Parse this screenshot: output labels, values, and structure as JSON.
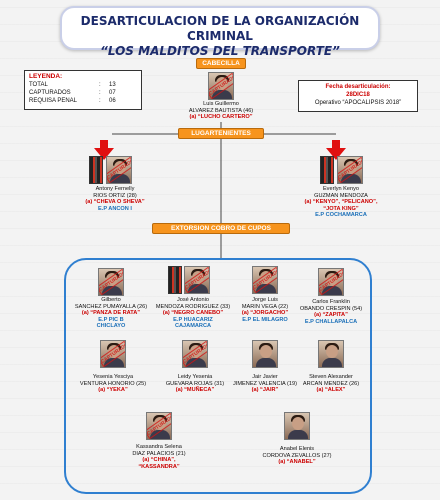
{
  "title": {
    "line1": "DESARTICULACION DE LA ORGANIZACIÓN CRIMINAL",
    "line2": "“LOS MALDITOS DEL TRANSPORTE”"
  },
  "legend": {
    "heading": "LEYENDA:",
    "rows": [
      {
        "label": "TOTAL",
        "value": "13"
      },
      {
        "label": "CAPTURADOS",
        "value": "07"
      },
      {
        "label": "REQUISA PENAL",
        "value": "06"
      }
    ]
  },
  "operation": {
    "heading": "Fecha desarticulación:",
    "date": "28DIC18",
    "name": "Operativo “APOCALIPSIS 2018”"
  },
  "sections": {
    "cabecilla": "CABECILLA",
    "lugartenientes": "LUGARTENIENTES",
    "extorsion": "EXTORSION COBRO DE CUPOS"
  },
  "stamp_text": "CAPTURADO",
  "leader": {
    "name1": "Luis Guillermo",
    "name2": "ALVAREZ BAUTISTA (46)",
    "alias": "(a) “LUCHO CARTERO”"
  },
  "lieutenants": [
    {
      "name1": "Antony Fernelly",
      "name2": "RIOS ORTIZ (28)",
      "alias": "(a) “CHEVA O SHEVA”",
      "alias2": "",
      "ep": "E.P ANCON I"
    },
    {
      "name1": "Everlyn Kenyo",
      "name2": "GUZMAN MENDOZA",
      "alias": "(a) “KENYO”, “PELICANO”,",
      "alias2": "“JOTA KING”",
      "ep": "E.P COCHAMARCA"
    }
  ],
  "members": [
    {
      "name1": "Gilberto",
      "name2": "SANCHEZ PUMAYALLA (26)",
      "alias": "(a) “PANZA DE RATA”",
      "ep": "E.P PIC B",
      "ep2": "CHICLAYO"
    },
    {
      "name1": "José Antonio",
      "name2": "MENDOZA RODRIGUEZ (33)",
      "alias": "(a) “NEGRO CANEBO”",
      "ep": "E.P HUACARIZ",
      "ep2": "CAJAMARCA"
    },
    {
      "name1": "Jorge Luis",
      "name2": "MARIN VEGA (22)",
      "alias": "(a) “JORGACHO”",
      "ep": "E.P EL MILAGRO",
      "ep2": ""
    },
    {
      "name1": "Carlos Franklin",
      "name2": "OBANDO CRESPIN (54)",
      "alias": "(a) “ZAPITA”",
      "ep": "E.P CHALLAPALCA",
      "ep2": ""
    },
    {
      "name1": "Yesenia Yesciya",
      "name2": "VENTURA HONORIO (25)",
      "alias": "(a) “YEKA”",
      "ep": "",
      "ep2": ""
    },
    {
      "name1": "Leidy Yesenia",
      "name2": "GUEVARA ROJAS (31)",
      "alias": "(a) “MUÑECA”",
      "ep": "",
      "ep2": ""
    },
    {
      "name1": "Jair Javier",
      "name2": "JIMENEZ VALENCIA (19)",
      "alias": "(a) “JAIR”",
      "ep": "",
      "ep2": ""
    },
    {
      "name1": "Steven Alexander",
      "name2": "ARCAN MENDEZ (26)",
      "alias": "(a) “ALEX”",
      "ep": "",
      "ep2": ""
    },
    {
      "name1": "Kassandra Selena",
      "name2": "DIAZ PALACIOS (21)",
      "alias": "(a) “CHINA”,",
      "alias2": "“KASSANDRA”",
      "ep": "",
      "ep2": ""
    },
    {
      "name1": "Anabel Elenis",
      "name2": "CORDOVA ZEVALLOS (27)",
      "alias": "(a) “ANABEL”",
      "ep": "",
      "ep2": ""
    }
  ]
}
